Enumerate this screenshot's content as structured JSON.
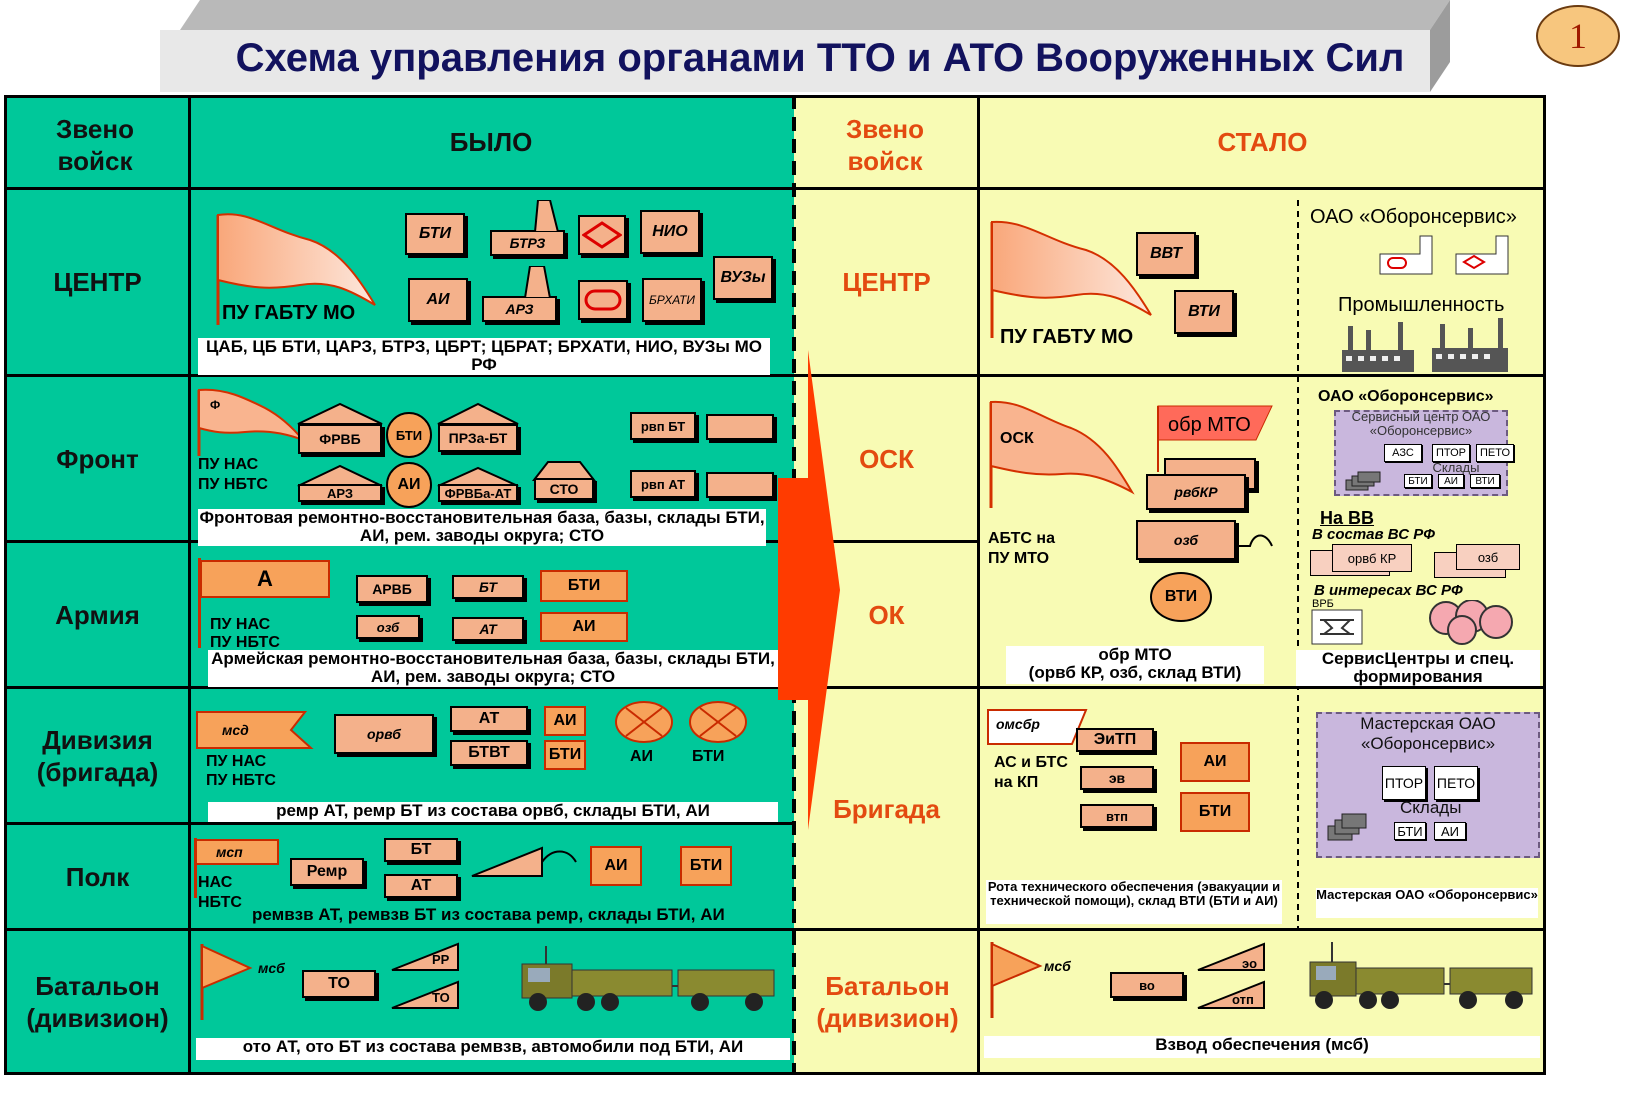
{
  "title": "Схема управления органами ТТО и АТО Вооруженных Сил",
  "page_number": "1",
  "colors": {
    "left_bg": "#00c89a",
    "right_bg": "#f8fbb4",
    "accent": "#e34a10",
    "title": "#12125e",
    "unit_fill": "#f4b18b"
  },
  "headers": {
    "zveno_left": "Звено войск",
    "bylo": "БЫЛО",
    "zveno_right": "Звено войск",
    "stalo": "СТАЛО"
  },
  "rows_left": [
    "ЦЕНТР",
    "Фронт",
    "Армия",
    "Дивизия (бригада)",
    "Полк",
    "Батальон (дивизион)"
  ],
  "rows_right": [
    "ЦЕНТР",
    "ОСК",
    "ОК",
    "Бригада",
    "Батальон (дивизион)"
  ],
  "bylo": {
    "center": {
      "flag": "ПУ ГАБТУ МО",
      "boxes": [
        "БТИ",
        "БТРЗ",
        "НИО",
        "АИ",
        "АРЗ",
        "БРХАТИ",
        "ВУЗы"
      ],
      "caption": "ЦАБ, ЦБ БТИ, ЦАРЗ, БТРЗ, ЦБРТ; ЦБРАТ; БРХАТИ, НИО, ВУЗы МО РФ"
    },
    "front": {
      "flag_mark": "Ф",
      "pu1": "ПУ НАС",
      "pu2": "ПУ НБТС",
      "boxes": [
        "ФРВБ",
        "БТИ",
        "ПРЗа-БТ",
        "АРЗ",
        "АИ",
        "ФРВБа-АТ",
        "СТО",
        "рвп БТ",
        "рвп АТ"
      ],
      "caption": "Фронтовая ремонтно-восстановительная база, базы, склады БТИ, АИ, рем. заводы округа; СТО"
    },
    "army": {
      "flag": "А",
      "pu1": "ПУ НАС",
      "pu2": "ПУ НБТС",
      "boxes": [
        "АРВБ",
        "БТ",
        "БТИ",
        "озб",
        "АТ",
        "АИ"
      ],
      "caption": "Армейская ремонтно-восстановительная база, базы, склады БТИ, АИ, рем. заводы округа; СТО"
    },
    "division": {
      "flag": "мсд",
      "pu1": "ПУ НАС",
      "pu2": "ПУ НБТС",
      "boxes": [
        "орвб",
        "АТ",
        "БТВТ",
        "АИ",
        "БТИ"
      ],
      "circles": [
        "АИ",
        "БТИ"
      ],
      "caption": "ремр АТ, ремр БТ из состава орвб, склады БТИ, АИ"
    },
    "regiment": {
      "flag": "мсп",
      "pu1": "НАС",
      "pu2": "НБТС",
      "boxes": [
        "Ремр",
        "БТ",
        "АТ",
        "АИ",
        "БТИ"
      ],
      "caption": "ремвзв АТ, ремвзв БТ из состава ремр, склады БТИ, АИ"
    },
    "battalion": {
      "flag": "мсб",
      "boxes": [
        "ТО",
        "РР",
        "ТО"
      ],
      "caption": "ото АТ, ото БТ из состава ремвзв, автомобили под БТИ, АИ"
    }
  },
  "stalo": {
    "center": {
      "flag": "ПУ ГАБТУ МО",
      "boxes": [
        "ВВТ",
        "ВТИ"
      ],
      "oboron": "ОАО «Оборонсервис»",
      "industry": "Промышленность"
    },
    "osk_ok": {
      "flag": "ОСК",
      "mto_flag": "обр МТО",
      "abts1": "АБТС на",
      "abts2": "ПУ МТО",
      "boxes": [
        "рвбКР",
        "озб",
        "ВТИ"
      ],
      "caption_title": "обр МТО",
      "caption_sub": "(орвб КР, озб, склад ВТИ)",
      "oboron": "ОАО «Оборонсервис»",
      "service_center": "Сервисный центр ОАО «Оборонсервис»",
      "sc_boxes": [
        "АЗС",
        "ПТОР",
        "ПЕТО"
      ],
      "sc_sklady": "Склады",
      "sc_sklady_boxes": [
        "БТИ",
        "АИ",
        "ВТИ"
      ],
      "na_vv": "На ВВ",
      "v_sostav": "В состав ВС РФ",
      "orvb_kr": "орвб КР",
      "ozb": "озб",
      "v_interesah": "В интересах ВС РФ",
      "vrb": "ВРБ",
      "service_caption": "СервисЦентры и спец. формирования"
    },
    "brigade": {
      "flag": "омсбр",
      "as_bts1": "АС и БТС",
      "as_bts2": "на КП",
      "boxes": [
        "ЭиТП",
        "эв",
        "втп",
        "АИ",
        "БТИ"
      ],
      "caption": "Рота технического обеспечения (эвакуации и технической помощи), склад ВТИ (БТИ и АИ)",
      "workshop_title": "Мастерская ОАО «Оборонсервис»",
      "workshop_boxes": [
        "ПТОР",
        "ПЕТО"
      ],
      "workshop_sklady": "Склады",
      "workshop_sklady_boxes": [
        "БТИ",
        "АИ"
      ],
      "workshop_caption": "Мастерская ОАО «Оборонсервис»"
    },
    "battalion": {
      "flag": "мсб",
      "boxes": [
        "во",
        "эо",
        "отп"
      ],
      "caption": "Взвод обеспечения (мсб)"
    }
  }
}
